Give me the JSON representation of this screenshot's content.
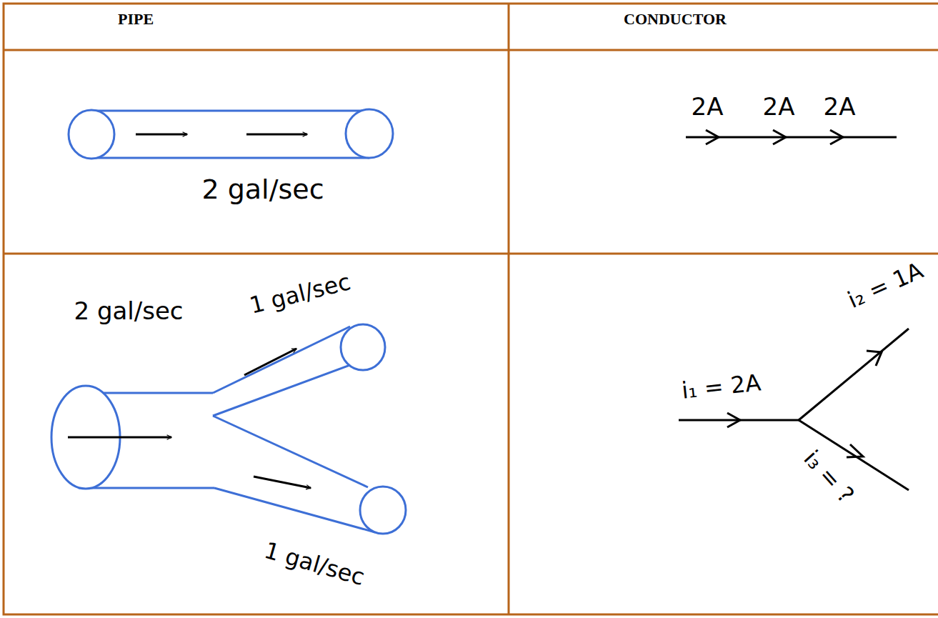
{
  "diagram": {
    "labels": [
      "PIPE",
      "CONDUCTOR",
      "2 gal/sec",
      "2A",
      "2A",
      "2A",
      "2 gal/sec",
      "1 gal/sec",
      "1 gal/sec",
      "i₁ = 2A",
      "i₂ = 1A",
      "i₃ = ?"
    ]
  }
}
